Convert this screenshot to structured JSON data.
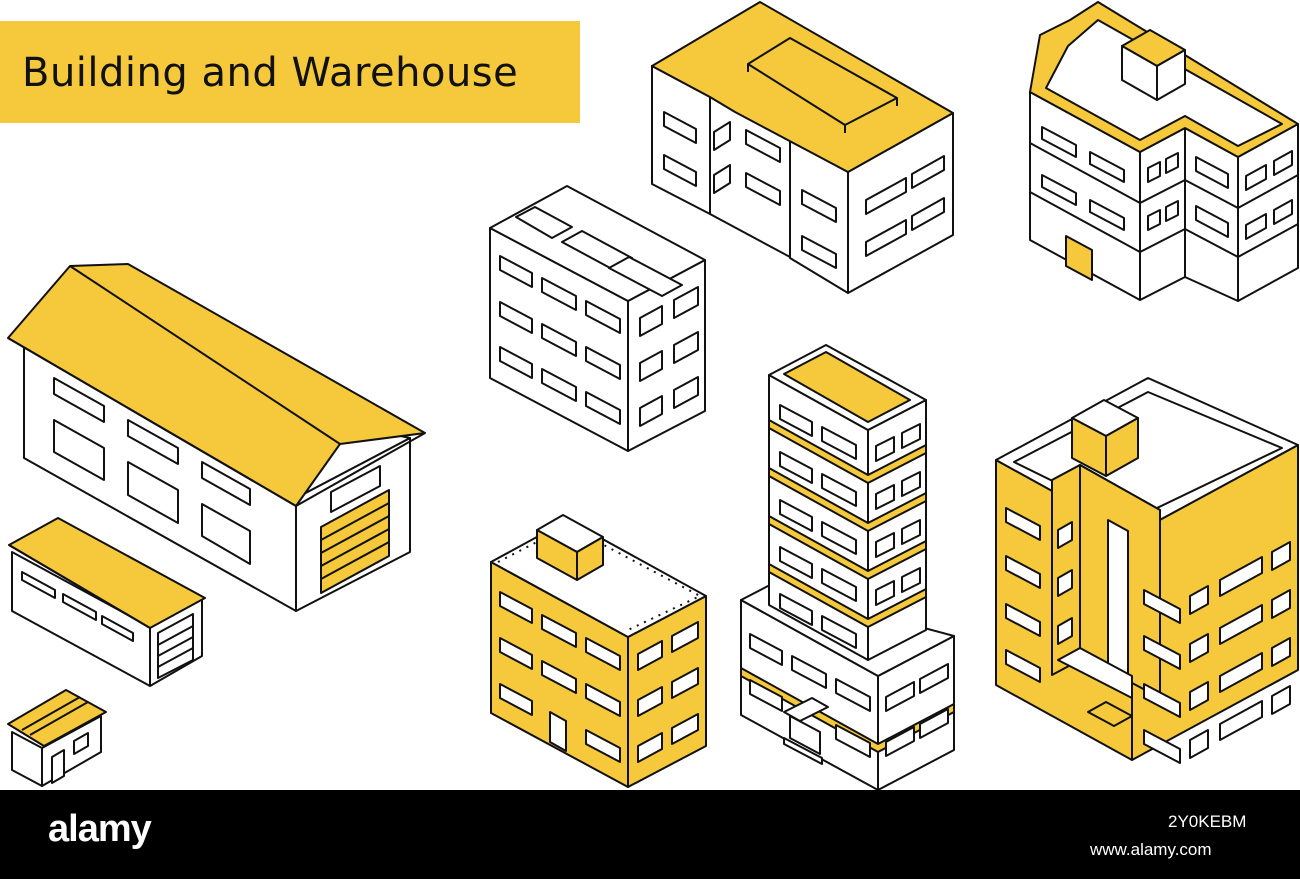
{
  "title": "Building and Warehouse",
  "footer": {
    "brand": "alamy",
    "image_id": "2Y0KEBM",
    "site": "www.alamy.com"
  },
  "colors": {
    "accent": "#f5c93b",
    "outline": "#111111",
    "wall": "#ffffff",
    "footer_bg": "#000000"
  }
}
